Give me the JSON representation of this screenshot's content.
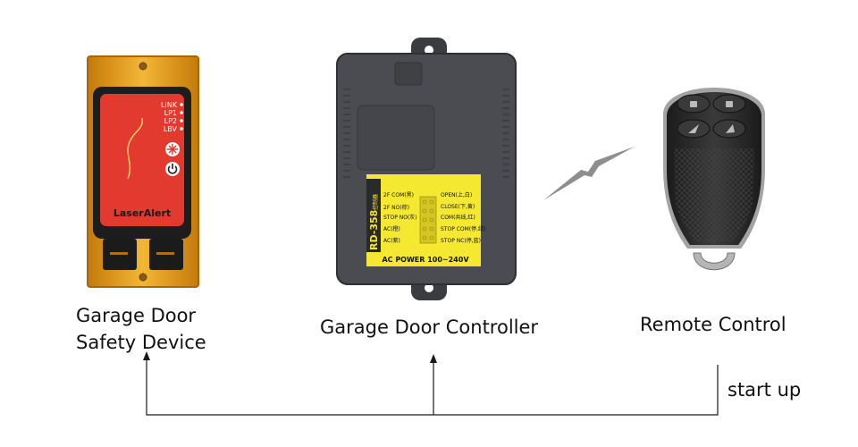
{
  "devices": {
    "safety": {
      "label_line1": "Garage Door",
      "label_line2": "Safety Device",
      "brand": "LaserAlert",
      "leds": [
        "LINK",
        "LP1",
        "LP2",
        "LBV"
      ]
    },
    "controller": {
      "label": "Garage Door Controller",
      "model": "RD-358",
      "model_suffix": "控制器",
      "power": "AC POWER 100~240V",
      "left_terminals": [
        "2F COM(黑)",
        "2F NO(棕)",
        "STOP NO(灰)",
        "AC(橙)",
        "AC(紫)"
      ],
      "right_terminals": [
        "OPEN(上,白)",
        "CLOSE(下,黄)",
        "COM(共线,红)",
        "STOP COM(停,绿)",
        "STOP NC(停,蓝)"
      ]
    },
    "remote": {
      "label": "Remote Control"
    }
  },
  "connection": {
    "start_label": "start up"
  },
  "colors": {
    "safety_body": "#e8a21a",
    "safety_panel": "#e23a2e",
    "controller_body": "#4a4c51",
    "sticker": "#f4e830",
    "remote_body": "#2b2b2b",
    "signal": "#8e8e8e",
    "line": "#1a1a1a"
  }
}
